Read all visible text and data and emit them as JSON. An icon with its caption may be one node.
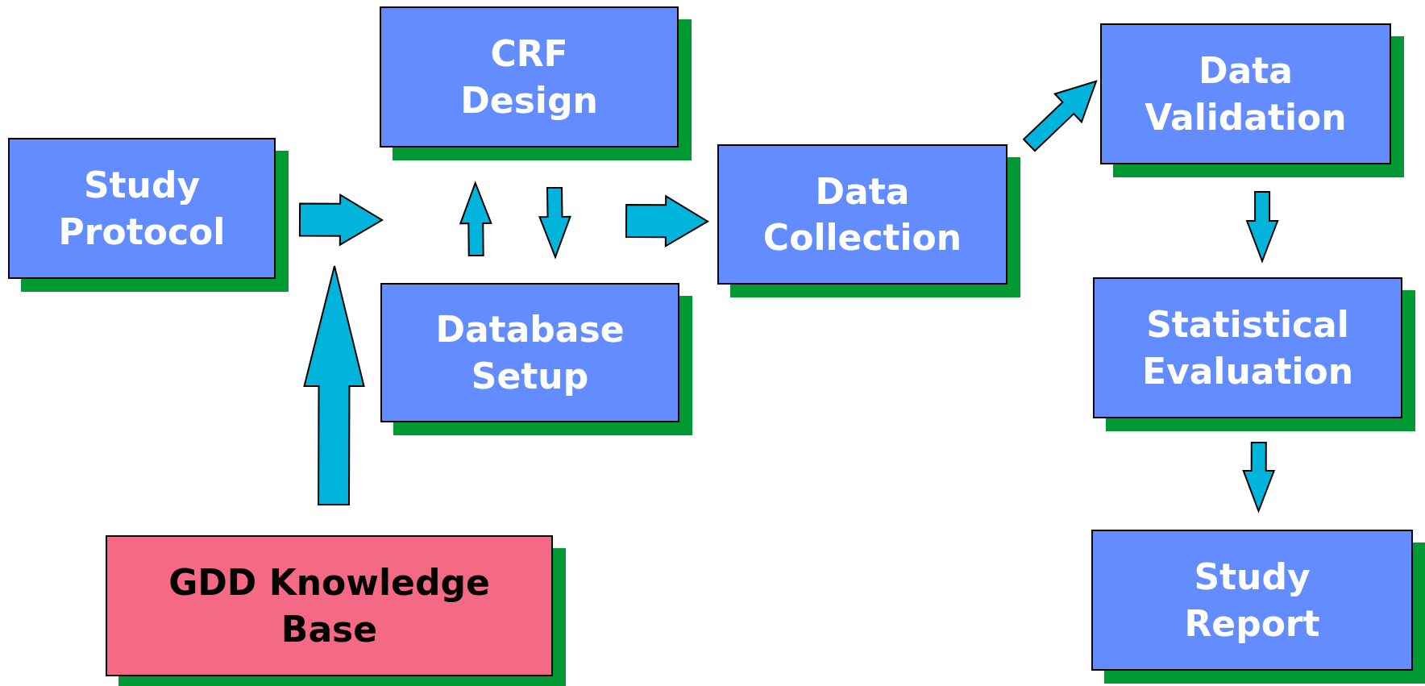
{
  "diagram": {
    "nodes": [
      {
        "text": [
          "Study Protocol"
        ]
      },
      {
        "text": [
          "CRF Design"
        ]
      },
      {
        "text": [
          "Database Setup"
        ]
      },
      {
        "text": [
          "Data Collection"
        ]
      },
      {
        "text": [
          "Data Validation"
        ]
      },
      {
        "text": [
          "Statistical Evaluation"
        ]
      },
      {
        "text": [
          "Study Report"
        ]
      },
      {
        "text": [
          "GDD Knowledge Base"
        ]
      }
    ],
    "edges": [
      {
        "from": 0,
        "to": null,
        "arrow": "to"
      },
      {
        "from": 7,
        "to": null,
        "arrow": "to"
      },
      {
        "from": 2,
        "to": 1,
        "arrow": "to"
      },
      {
        "from": 1,
        "to": 2,
        "arrow": "to"
      },
      {
        "from": null,
        "to": 3,
        "arrow": "to"
      },
      {
        "from": 3,
        "to": 4,
        "arrow": "to"
      },
      {
        "from": 4,
        "to": 5,
        "arrow": "to"
      },
      {
        "from": 5,
        "to": 6,
        "arrow": "to"
      }
    ]
  }
}
